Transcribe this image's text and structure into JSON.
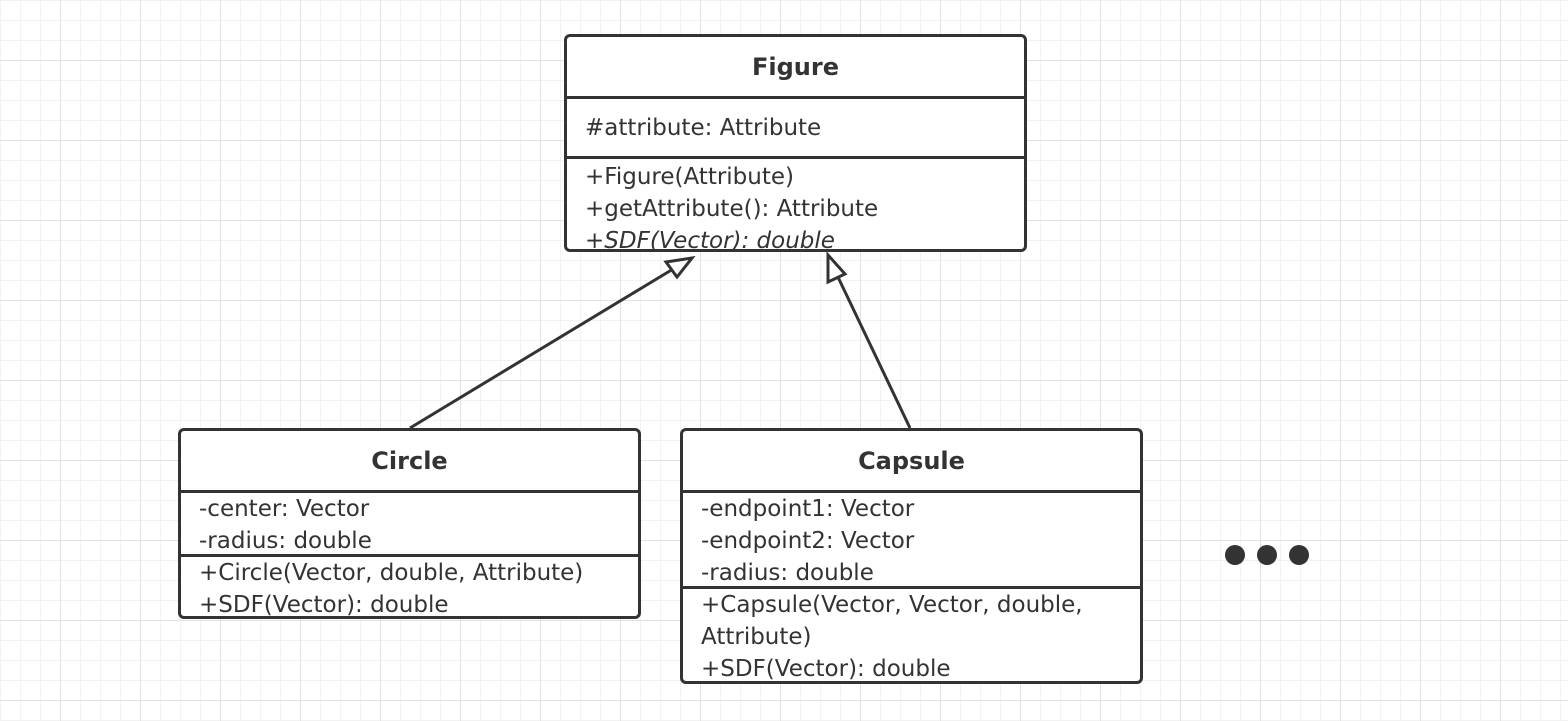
{
  "diagram": {
    "classes": [
      {
        "name": "Figure",
        "attributes": [
          "#attribute: Attribute"
        ],
        "operations": [
          {
            "prefix": "+Figure(Attribute)",
            "abstract": ""
          },
          {
            "prefix": "+getAttribute(): Attribute",
            "abstract": ""
          },
          {
            "prefix": "+",
            "abstract": "SDF(Vector): double"
          }
        ]
      },
      {
        "name": "Circle",
        "attributes": [
          "-center: Vector",
          "-radius: double"
        ],
        "operations": [
          {
            "prefix": "+Circle(Vector, double, Attribute)",
            "abstract": ""
          },
          {
            "prefix": "+SDF(Vector): double",
            "abstract": ""
          }
        ]
      },
      {
        "name": "Capsule",
        "attributes": [
          "-endpoint1: Vector",
          "-endpoint2: Vector",
          "-radius: double"
        ],
        "operations": [
          {
            "prefix": "+Capsule(Vector, Vector, double,",
            "abstract": ""
          },
          {
            "prefix": "Attribute)",
            "abstract": ""
          },
          {
            "prefix": "+SDF(Vector): double",
            "abstract": ""
          }
        ]
      }
    ],
    "relations": [
      {
        "type": "generalization",
        "from": "Circle",
        "to": "Figure"
      },
      {
        "type": "generalization",
        "from": "Capsule",
        "to": "Figure"
      }
    ],
    "continuation": "ellipsis-icon"
  }
}
